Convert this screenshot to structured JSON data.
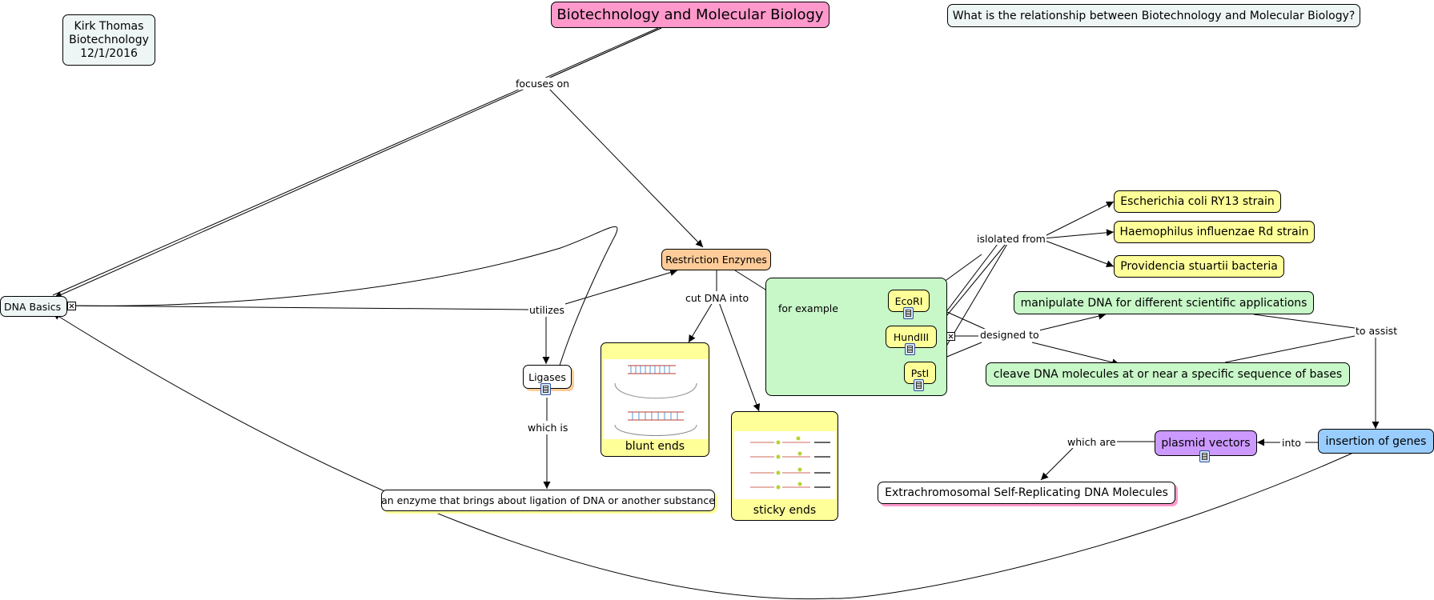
{
  "colors": {
    "title_fill": "#ff99cc",
    "restriction_fill": "#ffcc99",
    "yellow_fill": "#ffff99",
    "green_fill": "#c8f7c8",
    "purple_fill": "#cc99ff",
    "blue_fill": "#99ccff",
    "light_fill": "#eef5f5"
  },
  "icons": [
    "document-icon",
    "concept-map-link-icon"
  ],
  "author": {
    "name": "Kirk Thomas",
    "course": "Biotechnology",
    "date": "12/1/2016"
  },
  "title": "Biotechnology and Molecular Biology",
  "focus_question": "What is the relationship between Biotechnology and Molecular Biology?",
  "concepts": {
    "dna_basics": "DNA Basics",
    "restriction_enzymes": "Restriction Enzymes",
    "ligases": "Ligases",
    "enzyme_definition": "an enzyme that brings about ligation of DNA or another substance",
    "blunt_ends": "blunt ends",
    "sticky_ends": "sticky ends",
    "ecori": "EcoRI",
    "hundiii": "HundIII",
    "psti": "PstI",
    "ecoli": "Escherichia coli RY13 strain",
    "haemophilus": "Haemophilus influenzae Rd strain",
    "providencia": "Providencia stuartii bacteria",
    "manipulate": "manipulate DNA for different scientific applications",
    "cleave": "cleave DNA molecules at or near a specific sequence of bases",
    "insertion": "insertion of genes",
    "plasmid": "plasmid vectors",
    "extrachromosomal": "Extrachromosomal Self-Replicating DNA Molecules"
  },
  "links": {
    "focuses_on": "focuses on",
    "utilizes": "utilizes",
    "cut_dna_into": "cut DNA into",
    "which_is": "which is",
    "for_example": "for example",
    "islolated_from": "islolated from",
    "designed_to": "designed to",
    "to_assist": "to assist",
    "into": "into",
    "which_are": "which are"
  }
}
